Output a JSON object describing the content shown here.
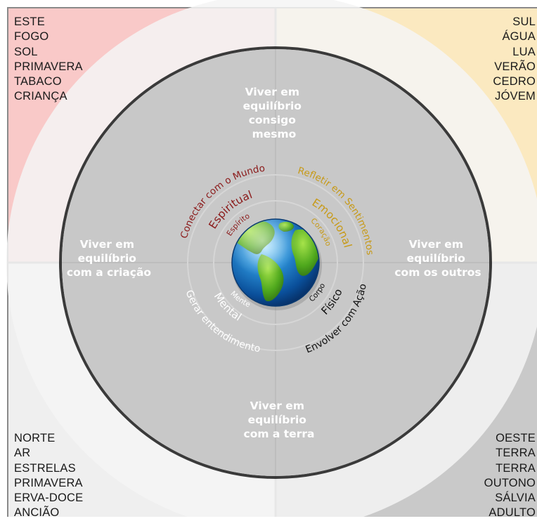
{
  "quadrants": {
    "nw": {
      "lines": [
        "ESTE",
        "FOGO",
        "SOL",
        "PRIMAVERA",
        "TABACO",
        "CRIANÇA"
      ],
      "color": "#f9c9c8"
    },
    "ne": {
      "lines": [
        "SUL",
        "ÁGUA",
        "LUA",
        "VERÃO",
        "CEDRO",
        "JÓVEM"
      ],
      "color": "#fbe9c0"
    },
    "sw": {
      "lines": [
        "NORTE",
        "AR",
        "ESTRELAS",
        "PRIMAVERA",
        "ERVA-DOCE",
        "ANCIÃO"
      ],
      "color": "#efefef"
    },
    "se": {
      "lines": [
        "OESTE",
        "TERRA",
        "TERRA",
        "OUTONO",
        "SÁLVIA",
        "ADULTO"
      ],
      "color": "#c9c9c9"
    }
  },
  "balance": {
    "top": [
      "Viver em",
      "equilíbrio",
      "consigo",
      "mesmo"
    ],
    "left": [
      "Viver em",
      "equilíbrio",
      "com a criação"
    ],
    "right": [
      "Viver em",
      "equilíbrio",
      "com os outros"
    ],
    "bottom": [
      "Viver em",
      "equilíbrio",
      "com a terra"
    ]
  },
  "aspects": {
    "spiritual": {
      "outer": "Conectar com o Mundo",
      "middle": "Espiritual",
      "inner": "Espírito",
      "color": "#8b1a1a"
    },
    "emotional": {
      "outer": "Refletir em Sentimentos",
      "middle": "Emocional",
      "inner": "Coração",
      "color": "#c79a18"
    },
    "mental": {
      "outer": "Gerar entendimento",
      "middle": "Mental",
      "inner": "Mente",
      "color": "#ffffff"
    },
    "physical": {
      "outer": "Envolver com Ação",
      "middle": "Físico",
      "inner": "Corpo",
      "color": "#111111"
    }
  },
  "colors": {
    "outer_ring": "#f4f4f4",
    "center_disc": "#c8c8c8",
    "balance_text": "#ffffff"
  },
  "center": {
    "icon": "earth-globe-icon"
  }
}
